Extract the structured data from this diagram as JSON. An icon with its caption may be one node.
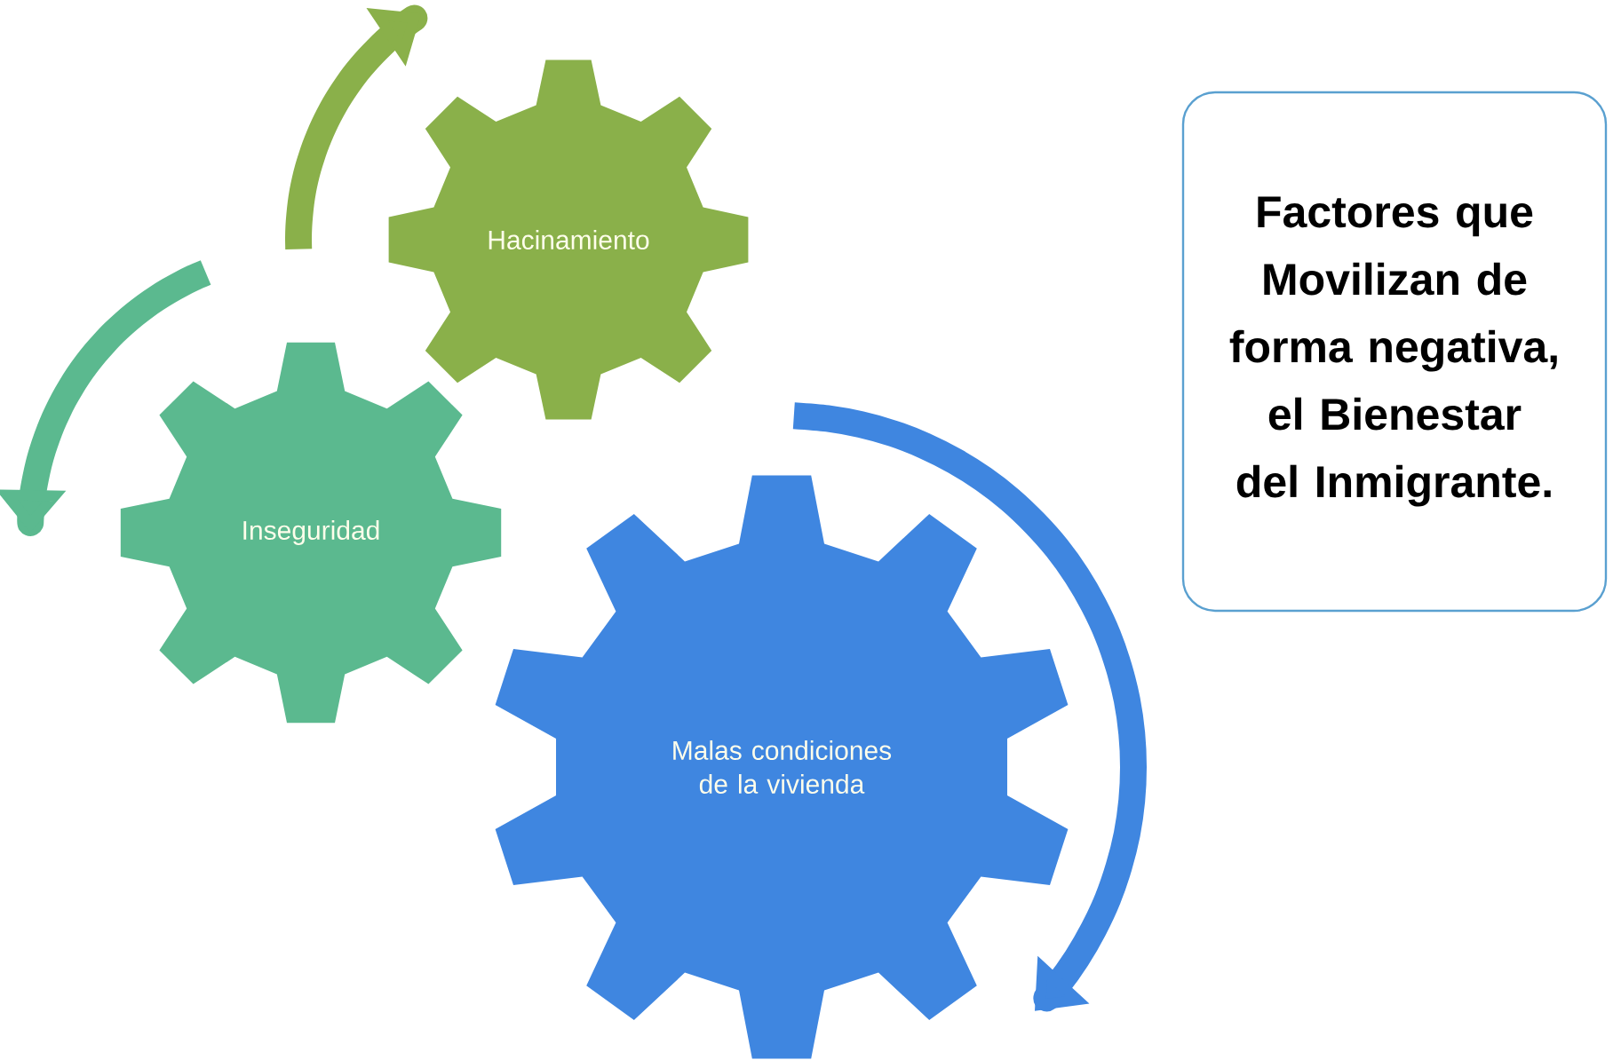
{
  "diagram": {
    "nodes": [
      {
        "text": [
          "Hacinamiento"
        ]
      },
      {
        "text": [
          "Inseguridad"
        ]
      },
      {
        "text": [
          "Malas condiciones de la vivienda"
        ]
      },
      {
        "text": [
          "Factores que Movilizan de forma negativa, el Bienestar del Inmigrante."
        ]
      }
    ]
  }
}
